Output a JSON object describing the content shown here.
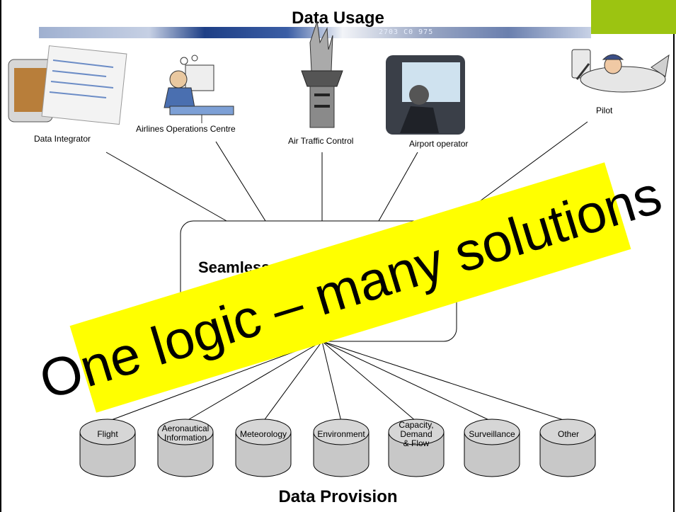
{
  "title_top": "Data Usage",
  "title_bottom": "Data Provision",
  "banner_tag": "2703 C0 975",
  "hub_label": "Seamless and Interoperable Data Exchange",
  "stamp": "One logic – many solutions",
  "users": [
    {
      "label": "Data Integrator",
      "icon": "tablet-icon"
    },
    {
      "label": "Airlines Operations Centre",
      "icon": "office-worker-icon"
    },
    {
      "label": "Air Traffic Control",
      "icon": "control-tower-icon"
    },
    {
      "label": "Airport operator",
      "icon": "operator-icon"
    },
    {
      "label": "Pilot",
      "icon": "pilot-plane-icon"
    }
  ],
  "sources": [
    "Flight",
    "Aeronautical\nInformation",
    "Meteorology",
    "Environment",
    "Capacity,\nDemand\n& Flow",
    "Surveillance",
    "Other"
  ],
  "colors": {
    "accent": "#9cc411",
    "highlight": "#ffff00",
    "banner": "#1e3f86"
  }
}
